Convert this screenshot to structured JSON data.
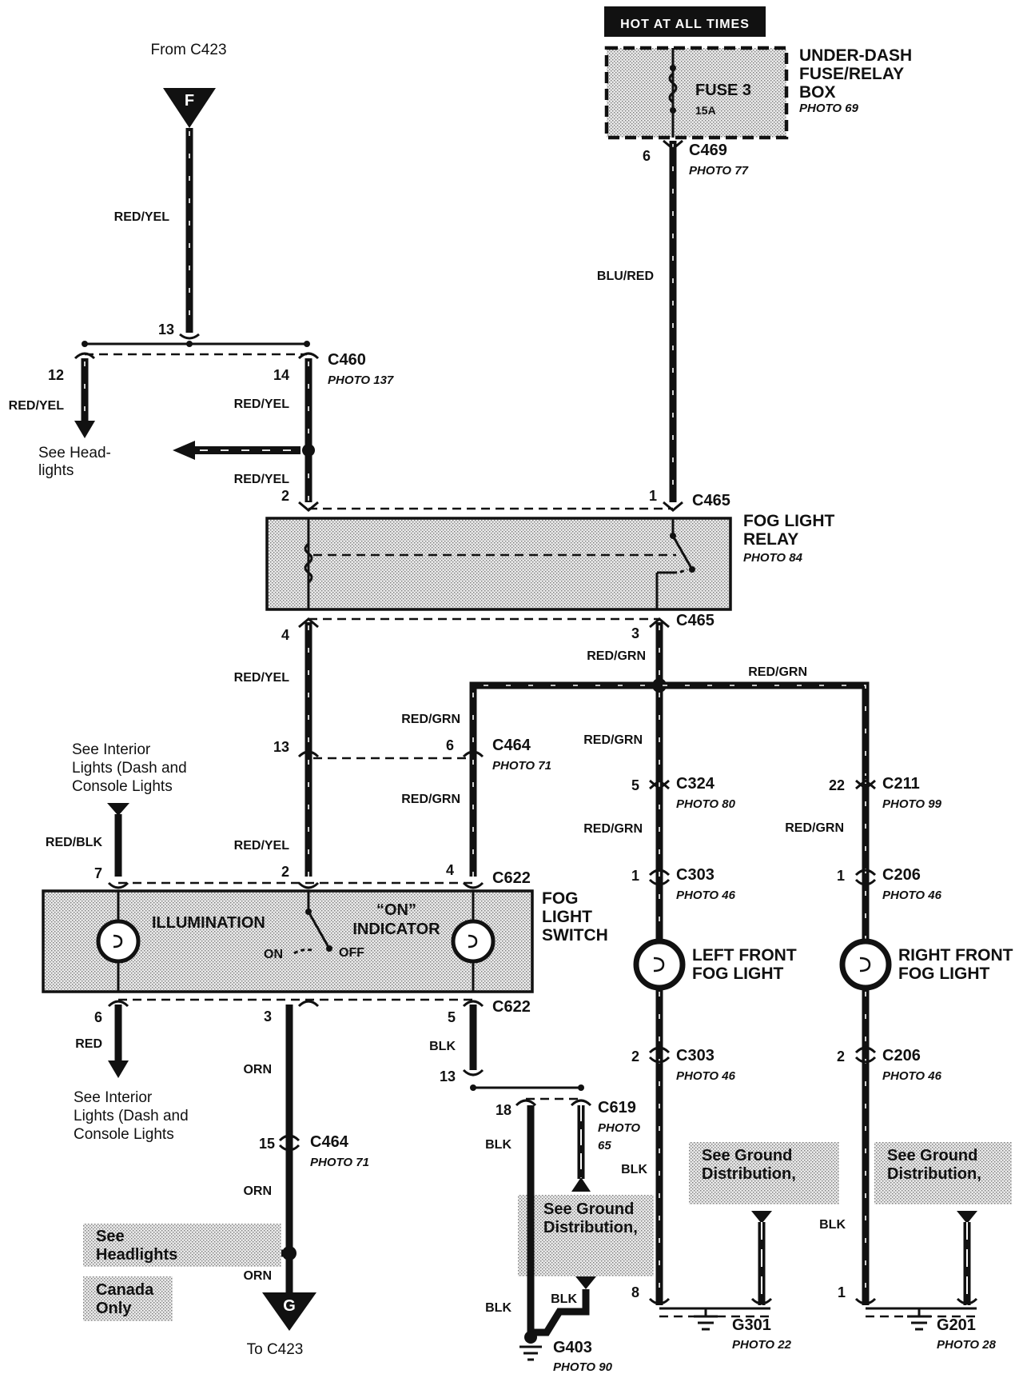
{
  "header": {
    "hot_label": "HOT AT ALL TIMES"
  },
  "fuse_box": {
    "title_lines": [
      "UNDER-DASH",
      "FUSE/RELAY",
      "BOX"
    ],
    "photo": "PHOTO 69",
    "fuse_name": "FUSE 3",
    "fuse_rating": "15A"
  },
  "connectors": {
    "c469": "C469",
    "c469_photo": "PHOTO 77",
    "c469_pin": "6",
    "c460": "C460",
    "c460_photo": "PHOTO 137",
    "c465_top": "C465",
    "c465_bottom": "C465",
    "c464_a": "C464",
    "c464_a_photo": "PHOTO 71",
    "c622_top": "C622",
    "c622_bottom": "C622",
    "c324": "C324",
    "c324_photo": "PHOTO 80",
    "c211": "C211",
    "c211_photo": "PHOTO 99",
    "c303_a": "C303",
    "c303_a_photo": "PHOTO 46",
    "c206_a": "C206",
    "c206_a_photo": "PHOTO 46",
    "c303_b": "C303",
    "c303_b_photo": "PHOTO 46",
    "c206_b": "C206",
    "c206_b_photo": "PHOTO 46",
    "c464_b": "C464",
    "c464_b_photo": "PHOTO 71",
    "c619": "C619",
    "c619_photo_a": "PHOTO",
    "c619_photo_b": "65"
  },
  "grounds": {
    "g403": "G403",
    "g403_photo": "PHOTO 90",
    "g301": "G301",
    "g301_photo": "PHOTO 22",
    "g201": "G201",
    "g201_photo": "PHOTO 28"
  },
  "wires": {
    "red_yel": "RED/YEL",
    "blu_red": "BLU/RED",
    "red_grn": "RED/GRN",
    "red_blk": "RED/BLK",
    "red": "RED",
    "orn": "ORN",
    "blk": "BLK"
  },
  "pins": {
    "p13_top": "13",
    "p12": "12",
    "p14": "14",
    "p2_relay": "2",
    "p1_relay": "1",
    "p4": "4",
    "p3": "3",
    "p13_mid": "13",
    "p6_c464": "6",
    "p5_c324": "5",
    "p22": "22",
    "p1_c303": "1",
    "p1_c206": "1",
    "p7": "7",
    "p2_sw": "2",
    "p4_sw": "4",
    "p6_sw": "6",
    "p3_sw": "3",
    "p5_sw": "5",
    "p13_blk": "13",
    "p18": "18",
    "p15": "15",
    "p2_c303": "2",
    "p2_c206": "2",
    "p8": "8",
    "p1_g201": "1"
  },
  "components": {
    "relay_lines": [
      "FOG LIGHT",
      "RELAY"
    ],
    "relay_photo": "PHOTO 84",
    "switch_lines": [
      "FOG",
      "LIGHT",
      "SWITCH"
    ],
    "illumination": "ILLUMINATION",
    "on_indicator_a": "“ON”",
    "on_indicator_b": "INDICATOR",
    "on": "ON",
    "off": "OFF",
    "left_fog_lines": [
      "LEFT FRONT",
      "FOG LIGHT"
    ],
    "right_fog_lines": [
      "RIGHT FRONT",
      "FOG LIGHT"
    ]
  },
  "refs": {
    "from_c423": "From C423",
    "to_c423": "To C423",
    "flag_f": "F",
    "flag_g": "G",
    "see_headlights_top": [
      "See  Head-",
      "lights"
    ],
    "see_interior_top": [
      "See  Interior",
      "Lights (Dash and",
      "Console Lights"
    ],
    "see_interior_bottom": [
      "See  Interior",
      "Lights (Dash and",
      "Console Lights"
    ],
    "see_headlights_bottom": [
      "See",
      "Headlights"
    ],
    "canada_only": [
      "Canada",
      "Only"
    ],
    "see_ground_mid": [
      "See  Ground",
      "Distribution,"
    ],
    "see_ground_left": [
      "See  Ground",
      "Distribution,"
    ],
    "see_ground_right": [
      "See  Ground",
      "Distribution,"
    ]
  }
}
